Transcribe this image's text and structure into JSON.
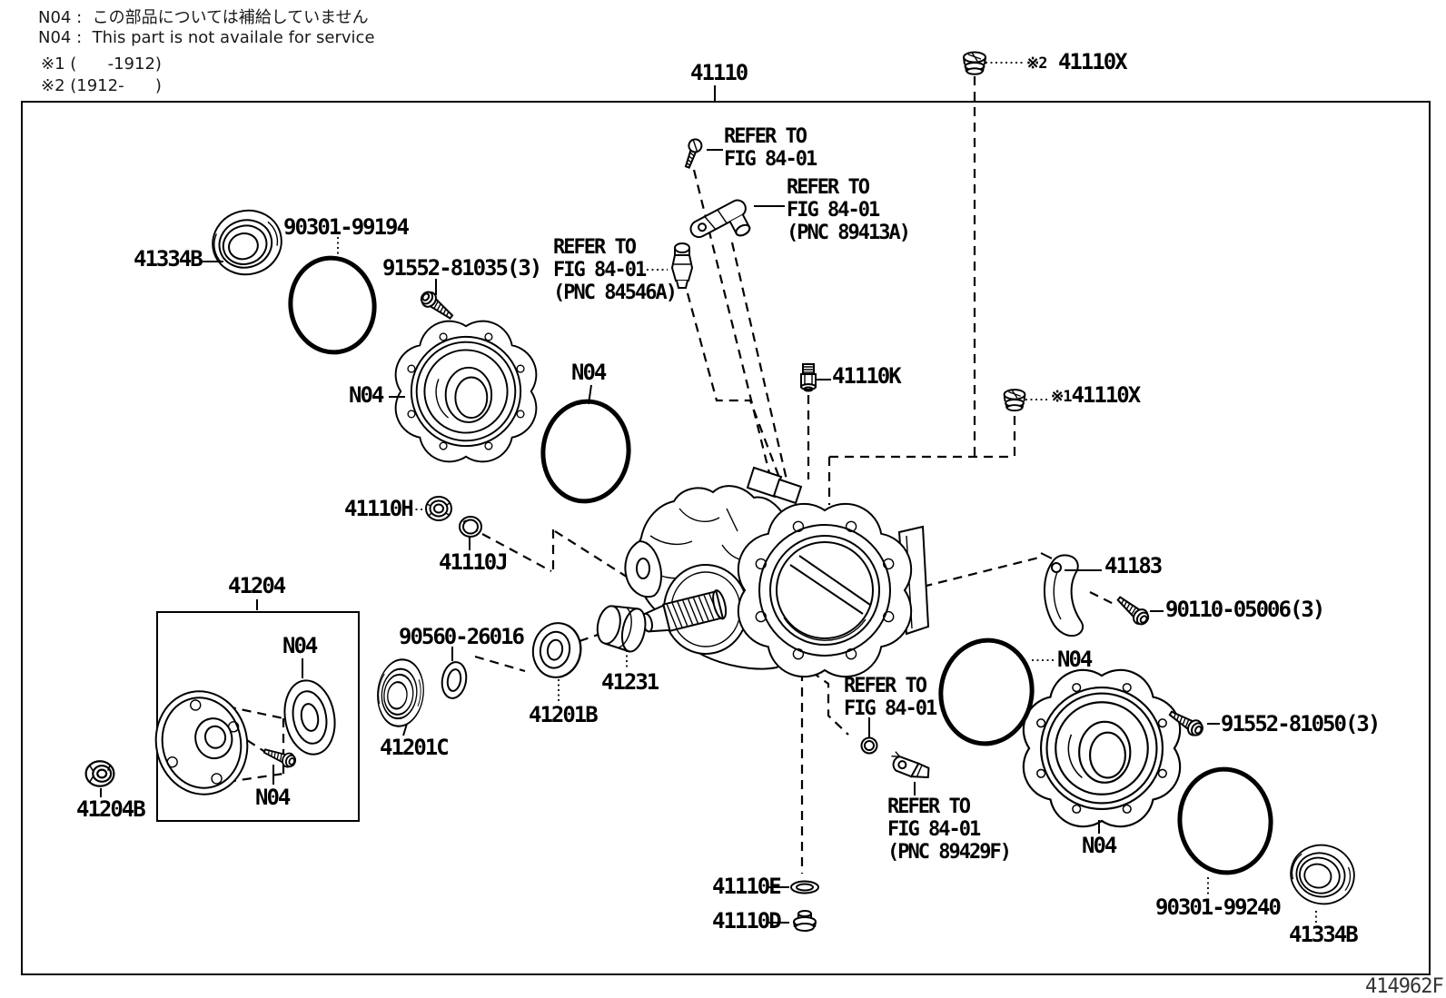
{
  "notes": {
    "jp_line": "N04 :  この部品については補給していません",
    "en_line": "N04 :  This part is not availale for service",
    "star1": "※1 (      -1912)",
    "star2": "※2 (1912-      )"
  },
  "figure_code": "414962F",
  "refer": {
    "l1": "REFER TO",
    "l2": "FIG 84-01",
    "pnc_89413a": "(PNC 89413A)",
    "pnc_84546a": "(PNC 84546A)",
    "pnc_89429f": "(PNC 89429F)"
  },
  "parts": {
    "p41110": "41110",
    "star1": "※1",
    "star2": "※2",
    "p41110x": "41110X",
    "p41334b": "41334B",
    "p90301_99194": "90301-99194",
    "p91552_81035": "91552-81035(3)",
    "n04": "N04",
    "p41110k": "41110K",
    "p41110h": "41110H",
    "p41110j": "41110J",
    "p41204": "41204",
    "p41204b": "41204B",
    "p90560_26016": "90560-26016",
    "p41201c": "41201C",
    "p41201b": "41201B",
    "p41231": "41231",
    "p41183": "41183",
    "p90110_05006": "90110-05006(3)",
    "p91552_81050": "91552-81050(3)",
    "p90301_99240": "90301-99240",
    "p41110e": "41110E",
    "p41110d": "41110D"
  }
}
